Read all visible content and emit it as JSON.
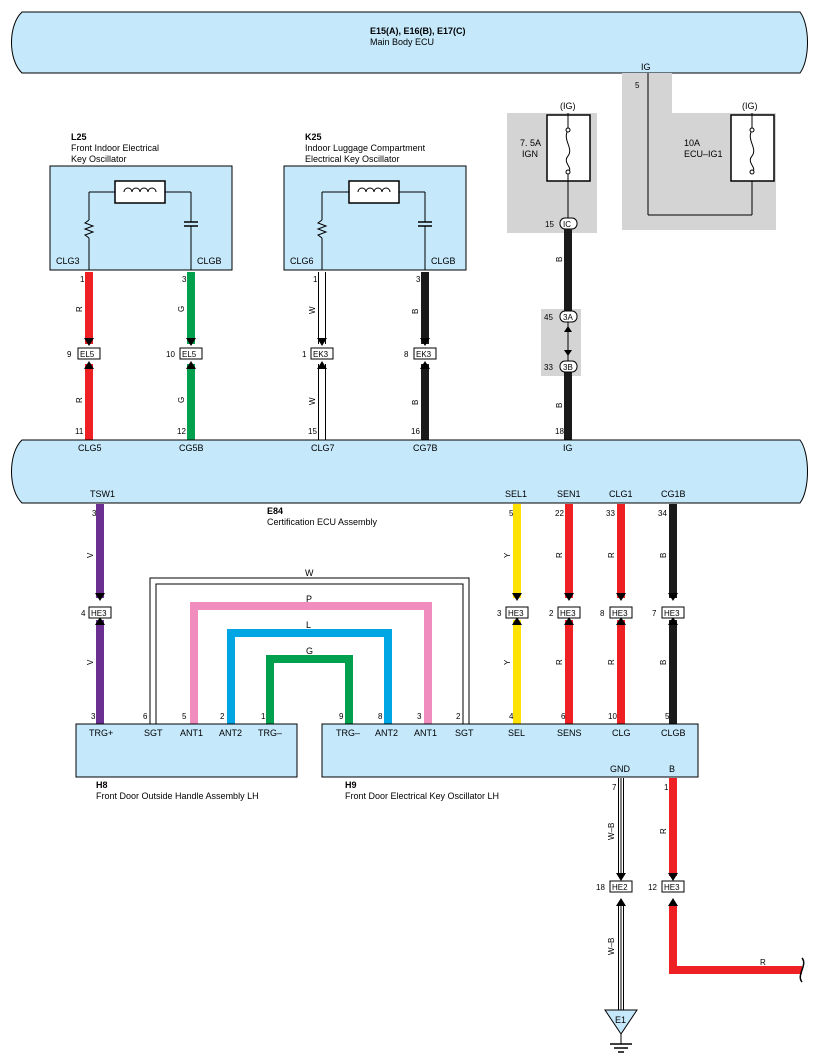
{
  "colors": {
    "ecu_fill": "#c5e8fb",
    "fuse_box_fill": "#d4d4d4",
    "wire_red": "#ee2024",
    "wire_green": "#00a04f",
    "wire_black": "#1a1a1a",
    "wire_white": "#ffffff",
    "wire_violet": "#6a2f91",
    "wire_yellow": "#ffe200",
    "wire_pink": "#f08cbe",
    "wire_blue": "#00a5e3"
  },
  "main_body_ecu": {
    "code": "E15(A), E16(B), E17(C)",
    "name": "Main Body ECU",
    "ig_label": "IG",
    "ig_pin": "5"
  },
  "fuse_ign": {
    "supply": "(IG)",
    "rating": "7. 5A",
    "name": "IGN",
    "out_pin": "15",
    "out_conn": "IC"
  },
  "fuse_ecu_ig1": {
    "supply": "(IG)",
    "rating": "10A",
    "name": "ECU–IG1"
  },
  "ig_wire": {
    "color_code": "B",
    "junction_top_pin": "45",
    "junction_top": "3A",
    "junction_bottom_pin": "33",
    "junction_bottom": "3B",
    "color_code_lower": "B"
  },
  "l25": {
    "code": "L25",
    "name_line1": "Front Indoor Electrical",
    "name_line2": "Key Oscillator",
    "pin_left_label": "CLG3",
    "pin_right_label": "CLGB",
    "pin_left_num": "1",
    "pin_right_num": "3"
  },
  "k25": {
    "code": "K25",
    "name_line1": "Indoor Luggage Compartment",
    "name_line2": "Electrical Key Oscillator",
    "pin_left_label": "CLG6",
    "pin_right_label": "CLGB",
    "pin_left_num": "1",
    "pin_right_num": "3"
  },
  "upper_wires": [
    {
      "color_code": "R",
      "conn_pin": "9",
      "conn": "EL5",
      "color_code_lower": "R",
      "ecu_pin": "11",
      "ecu_label": "CLG5"
    },
    {
      "color_code": "G",
      "conn_pin": "10",
      "conn": "EL5",
      "color_code_lower": "G",
      "ecu_pin": "12",
      "ecu_label": "CG5B"
    },
    {
      "color_code": "W",
      "conn_pin": "1",
      "conn": "EK3",
      "color_code_lower": "W",
      "ecu_pin": "15",
      "ecu_label": "CLG7"
    },
    {
      "color_code": "B",
      "conn_pin": "8",
      "conn": "EK3",
      "color_code_lower": "B",
      "ecu_pin": "16",
      "ecu_label": "CG7B"
    }
  ],
  "cert_ecu": {
    "code": "E84",
    "name": "Certification ECU Assembly",
    "ig_pin": "18",
    "ig_label": "IG"
  },
  "lower_wires": [
    {
      "top_label": "TSW1",
      "top_pin": "3",
      "color_code": "V",
      "conn_pin": "4",
      "conn": "HE3",
      "color_code_lower": "V",
      "bottom_pin": "3"
    },
    {
      "top_label": "SEL1",
      "top_pin": "5",
      "color_code": "Y",
      "conn_pin": "3",
      "conn": "HE3",
      "color_code_lower": "Y",
      "bottom_pin": "4"
    },
    {
      "top_label": "SEN1",
      "top_pin": "22",
      "color_code": "R",
      "conn_pin": "2",
      "conn": "HE3",
      "color_code_lower": "R",
      "bottom_pin": "6"
    },
    {
      "top_label": "CLG1",
      "top_pin": "33",
      "color_code": "R",
      "conn_pin": "8",
      "conn": "HE3",
      "color_code_lower": "R",
      "bottom_pin": "10"
    },
    {
      "top_label": "CG1B",
      "top_pin": "34",
      "color_code": "B",
      "conn_pin": "7",
      "conn": "HE3",
      "color_code_lower": "B",
      "bottom_pin": "5"
    }
  ],
  "loops": {
    "W": "W",
    "P": "P",
    "L": "L",
    "G": "G"
  },
  "h8": {
    "code": "H8",
    "name": "Front Door Outside Handle Assembly LH",
    "pins": [
      {
        "num": "3",
        "label": "TRG+"
      },
      {
        "num": "6",
        "label": "SGT"
      },
      {
        "num": "5",
        "label": "ANT1"
      },
      {
        "num": "2",
        "label": "ANT2"
      },
      {
        "num": "1",
        "label": "TRG–"
      }
    ]
  },
  "h9": {
    "code": "H9",
    "name": "Front Door Electrical Key Oscillator LH",
    "pins": [
      {
        "num": "9",
        "label": "TRG–"
      },
      {
        "num": "8",
        "label": "ANT2"
      },
      {
        "num": "3",
        "label": "ANT1"
      },
      {
        "num": "2",
        "label": "SGT"
      },
      {
        "num": "4",
        "label": "SEL"
      },
      {
        "num": "6",
        "label": "SENS"
      },
      {
        "num": "10",
        "label": "CLG"
      },
      {
        "num": "5",
        "label": "CLGB"
      }
    ],
    "gnd_label": "GND",
    "gnd_pin": "7",
    "b_label": "B",
    "b_pin": "1"
  },
  "ground_wire": {
    "color_code": "W–B",
    "conn_pin": "18",
    "conn": "HE2",
    "color_code_lower": "W–B",
    "ground_point": "E1"
  },
  "b_wire": {
    "color_code": "R",
    "conn_pin": "12",
    "conn": "HE3",
    "color_code_end": "R"
  }
}
